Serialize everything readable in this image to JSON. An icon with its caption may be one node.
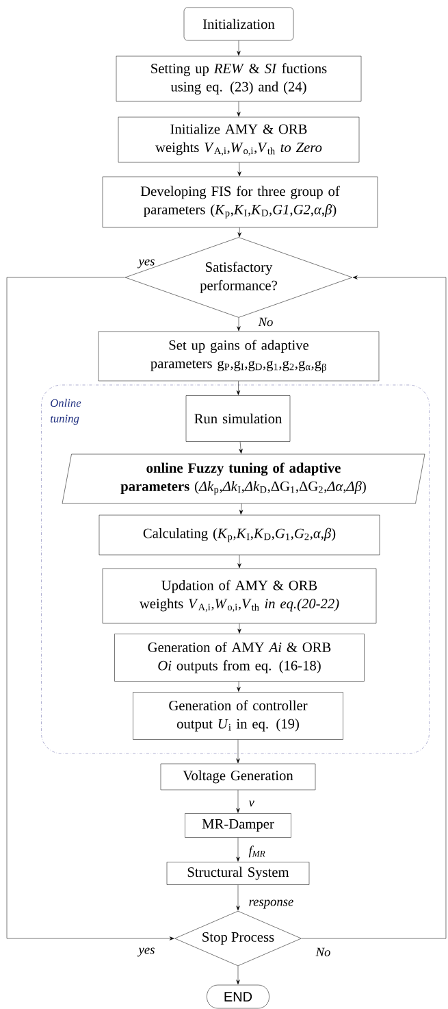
{
  "diagram": {
    "nodes": [
      {
        "text": [
          "Initialization"
        ]
      },
      {
        "text": [
          "Setting up *REW* & *SI* fuctions using eq. (23) and (24)"
        ]
      },
      {
        "text": [
          "Initialize AMY & ORB weights *V*$_{A,i}$,*W*$_{o,i}$,*V*$_{th}$ *to Zero*"
        ]
      },
      {
        "text": [
          "Developing FIS for three group of parameters (*K*$_{p}$,*K*$_{I}$,*K*$_{D}$,*G1*,*G2*,*α*,*β*)"
        ]
      },
      {
        "text": [
          "Satisfactory performance?"
        ]
      },
      {
        "text": [
          "Set up gains of adaptive parameters g$_{P}$,g$_{I}$,g$_{D}$,g$_{1}$,g$_{2}$,g$_{α}$,g$_{β}$"
        ]
      },
      {
        "text": [
          "Online tuning"
        ]
      },
      {
        "text": [
          "Run simulation"
        ],
        "in": 6
      },
      {
        "text": [
          "**online Fuzzy tuning of adaptive parameters** (*Δk*$_{p}$,*Δk*$_{I}$,*Δk*$_{D}$,ΔG$_{1}$,ΔG$_{2}$,*Δα*,*Δβ*)"
        ],
        "in": 6
      },
      {
        "text": [
          "Calculating (*K*$_{p}$,*K*$_{I}$,*K*$_{D}$,*G*$_{1}$,*G*$_{2}$,*α*,*β*)"
        ],
        "in": 6
      },
      {
        "text": [
          "Updation of AMY & ORB weights *V*$_{A,i}$,*W*$_{o,i}$,*V*$_{th}$ *in eq.(20-22)*"
        ],
        "in": 6
      },
      {
        "text": [
          "Generation of AMY *Ai* & ORB *Oi* outputs from eq. (16-18)"
        ],
        "in": 6
      },
      {
        "text": [
          "Generation of controller output *U*$_{i}$ in eq. (19)"
        ],
        "in": 6
      },
      {
        "text": [
          "Voltage Generation"
        ]
      },
      {
        "text": [
          "MR-Damper"
        ]
      },
      {
        "text": [
          "Structural System"
        ]
      },
      {
        "text": [
          "Stop Process"
        ]
      },
      {
        "text": [
          "END"
        ]
      }
    ],
    "edges": [
      {
        "from": 0,
        "to": 1,
        "arrow": "to"
      },
      {
        "from": 1,
        "to": 2,
        "arrow": "to"
      },
      {
        "from": 2,
        "to": 3,
        "arrow": "to"
      },
      {
        "from": 3,
        "to": 4,
        "arrow": "to"
      },
      {
        "from": 4,
        "to": 5,
        "arrow": "to",
        "label": "No"
      },
      {
        "from": 5,
        "to": 7,
        "arrow": "to"
      },
      {
        "from": 7,
        "to": 8,
        "arrow": "to"
      },
      {
        "from": 8,
        "to": 9,
        "arrow": "to"
      },
      {
        "from": 9,
        "to": 10,
        "arrow": "to"
      },
      {
        "from": 10,
        "to": 11,
        "arrow": "to"
      },
      {
        "from": 11,
        "to": 12,
        "arrow": "to"
      },
      {
        "from": 12,
        "to": 13,
        "arrow": "to"
      },
      {
        "from": 13,
        "to": 14,
        "arrow": "to",
        "label": "v"
      },
      {
        "from": 14,
        "to": 15,
        "arrow": "to",
        "label": "*f*$_{MR}$"
      },
      {
        "from": 15,
        "to": 16,
        "arrow": "to",
        "label": "response"
      },
      {
        "from": 16,
        "to": 17,
        "arrow": "to"
      },
      {
        "from": 4,
        "to": 16,
        "arrow": "to",
        "label": "yes"
      },
      {
        "from": 16,
        "to": 4,
        "arrow": "to",
        "label": "No"
      }
    ],
    "labels": [
      "yes"
    ]
  }
}
